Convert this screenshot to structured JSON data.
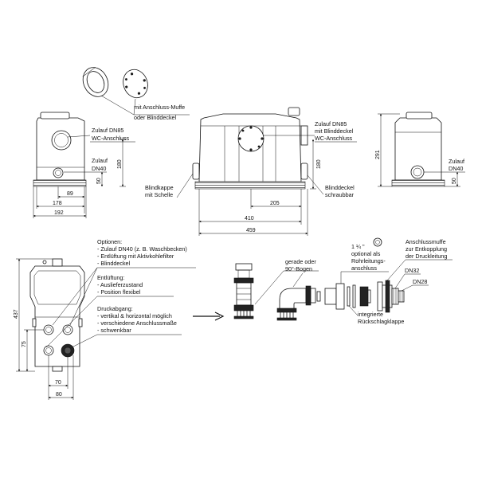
{
  "labels": {
    "muffe": [
      "mit Anschluss-Muffe",
      "oder Blinddeckel"
    ],
    "zulauf_dn85_wc": [
      "Zulauf DN85",
      "WC-Anschluss"
    ],
    "zulauf_dn40": [
      "Zulauf",
      "DN40"
    ],
    "zulauf_dn85_blind": [
      "Zulauf DN85",
      "mit Blinddeckel",
      "WC-Anschluss"
    ],
    "blindkappe": [
      "Blindkappe",
      "mit Schelle"
    ],
    "blinddeckel_schraub": [
      "Blinddeckel",
      "schraubbar"
    ],
    "zulauf_dn40_right": [
      "Zulauf",
      "DN40"
    ],
    "optionen": [
      "Optionen:",
      "- Zulauf DN40 (z. B. Waschbecken)",
      "- Entlüftung mit Aktivkohlefilter",
      "- Blinddeckel"
    ],
    "entlueftung": [
      "Entlüftung:",
      "- Auslieferzustand",
      "- Position flexibel"
    ],
    "druckabgang": [
      "Druckabgang:",
      "- vertikal & horizontal möglich",
      "- verschiedene Anschlussmaße",
      "- schwenkbar"
    ],
    "bogen": [
      "gerade oder",
      "90°-Bogen"
    ],
    "rohrleitung": [
      "1 ¼ \"",
      "optional als",
      "Rohrleitungs-",
      "anschluss"
    ],
    "rueckschlag": [
      "integrierte",
      "Rückschlagklappe"
    ],
    "anschlussmuffe": [
      "Anschlussmuffe",
      "zur Entkopplung",
      "der Druckleitung"
    ],
    "dn32": "DN32",
    "dn28": "DN28"
  },
  "dims": {
    "d180_left": "180",
    "d50_left": "50",
    "d89": "89",
    "d178": "178",
    "d192": "192",
    "d180_mid": "180",
    "d205": "205",
    "d410": "410",
    "d459": "459",
    "d291": "291",
    "d50_right": "50",
    "d437": "437",
    "d75": "75",
    "d70": "70",
    "d80": "80"
  }
}
